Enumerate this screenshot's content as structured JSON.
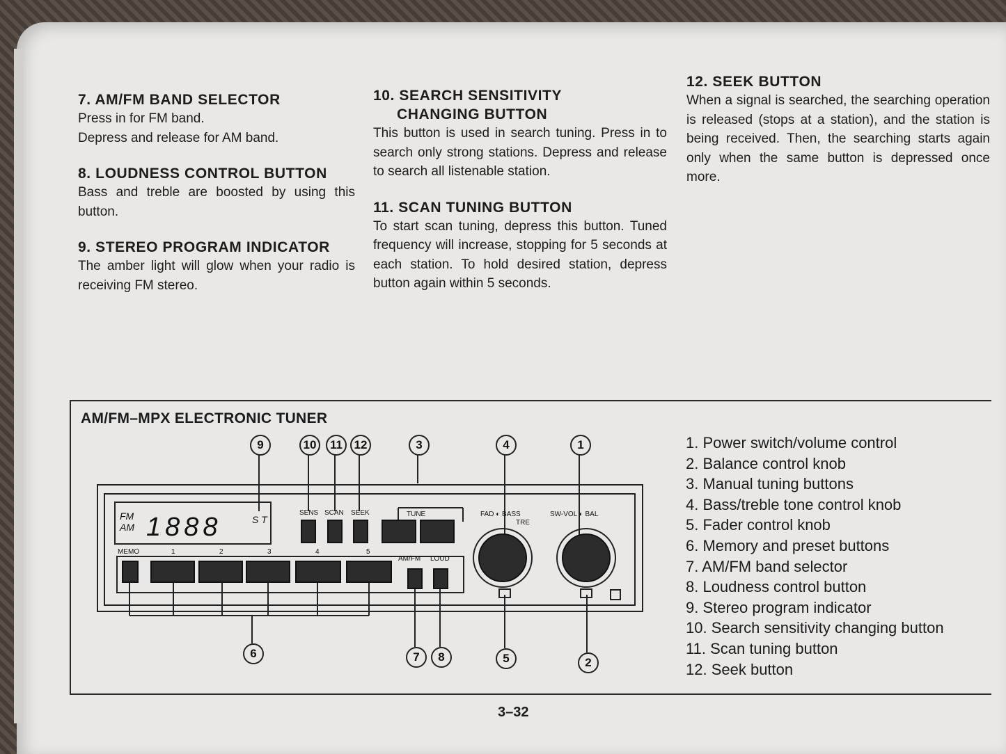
{
  "col1": {
    "s7": {
      "heading": "7. AM/FM BAND SELECTOR",
      "line1": "Press in for FM band.",
      "line2": "Depress and release for AM band."
    },
    "s8": {
      "heading": "8. LOUDNESS CONTROL BUTTON",
      "body": "Bass and treble are boosted by using this button."
    },
    "s9": {
      "heading": "9. STEREO PROGRAM INDICATOR",
      "body": "The amber light will glow when your radio is receiving FM stereo."
    }
  },
  "col2": {
    "s10": {
      "heading": "10. SEARCH SENSITIVITY",
      "heading2": "CHANGING BUTTON",
      "body": "This button is used in search tuning. Press in to search only strong stations. Depress and release to search all listenable station."
    },
    "s11": {
      "heading": "11. SCAN TUNING BUTTON",
      "body": "To start scan tuning, depress this button. Tuned frequency will increase, stopping for 5 seconds at each station. To hold desired station, depress button again within 5 seconds."
    }
  },
  "col3": {
    "s12": {
      "heading": "12. SEEK BUTTON",
      "body": "When a signal is searched, the searching operation is released (stops at a station), and the station is being received. Then, the searching starts again only when the same button is depressed once more."
    }
  },
  "diagram": {
    "title": "AM/FM–MPX ELECTRONIC TUNER",
    "callouts": {
      "1": "1",
      "2": "2",
      "3": "3",
      "4": "4",
      "5": "5",
      "6": "6",
      "7": "7",
      "8": "8",
      "9": "9",
      "10": "10",
      "11": "11",
      "12": "12"
    }
  },
  "legend": [
    "1. Power switch/volume control",
    "2. Balance control knob",
    "3. Manual tuning buttons",
    "4. Bass/treble tone control knob",
    "5. Fader control knob",
    "6. Memory and preset buttons",
    "7. AM/FM band selector",
    "8. Loudness control button",
    "9. Stereo program indicator",
    "10. Search sensitivity changing button",
    "11. Scan tuning button",
    "12. Seek button"
  ],
  "page_number": "3–32"
}
